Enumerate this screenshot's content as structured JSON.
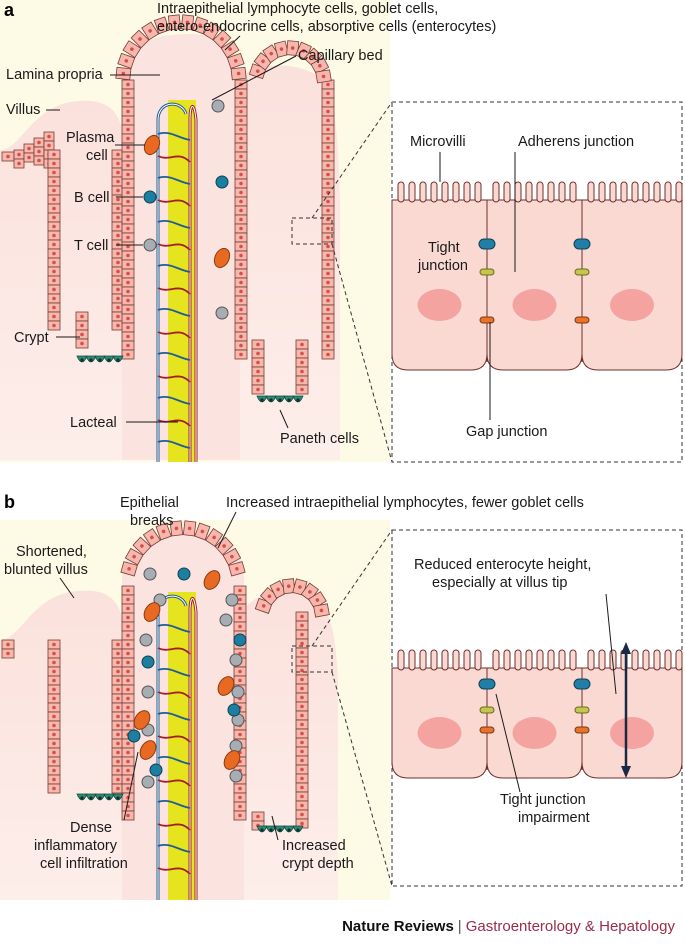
{
  "panel_a": {
    "tag": "a",
    "labels": {
      "top_line1": "Intraepithelial lymphocyte cells, goblet cells,",
      "top_line2": "entero-endocrine cells, absorptive cells (enterocytes)",
      "capillary_bed": "Capillary bed",
      "lamina_propria": "Lamina propria",
      "villus": "Villus",
      "plasma_line1": "Plasma",
      "plasma_line2": "cell",
      "b_cell": "B cell",
      "t_cell": "T cell",
      "crypt": "Crypt",
      "lacteal": "Lacteal",
      "paneth_cells": "Paneth cells",
      "microvilli": "Microvilli",
      "adherens_junction": "Adherens junction",
      "tight_line1": "Tight",
      "tight_line2": "junction",
      "gap_junction": "Gap junction"
    }
  },
  "panel_b": {
    "tag": "b",
    "labels": {
      "epithelial_line1": "Epithelial",
      "epithelial_line2": "breaks",
      "increased_iel": "Increased intraepithelial lymphocytes, fewer goblet cells",
      "shortened_line1": "Shortened,",
      "shortened_line2": "blunted villus",
      "reduced_line1": "Reduced enterocyte height,",
      "reduced_line2": "especially at villus tip",
      "tj_impair_line1": "Tight junction",
      "tj_impair_line2": "impairment",
      "dense_line1": "Dense",
      "dense_line2": "inflammatory",
      "dense_line3": "cell infiltration",
      "crypt_line1": "Increased",
      "crypt_line2": "crypt depth"
    }
  },
  "footer": {
    "journal_brand": "Nature Reviews",
    "separator": "|",
    "journal_name": "Gastroenterology & Hepatology"
  },
  "colors": {
    "tissue": "#fbe3df",
    "epithelium_fill": "#f6b7ad",
    "epithelium_stroke": "#7a3a33",
    "nucleus": "#d84f4a",
    "paneth": "#2e8b76",
    "lacteal": "#e6e41e",
    "vessel_blue": "#1f5c94",
    "vessel_red": "#a3222a",
    "b_cell": "#1d7f9f",
    "t_cell": "#a7aeb3",
    "plasma": "#e86a22",
    "background": "#fdfbe6",
    "tight_junction": "#1f7fa6",
    "adherens_junction": "#c3c64f",
    "gap_junction": "#e9732a"
  }
}
